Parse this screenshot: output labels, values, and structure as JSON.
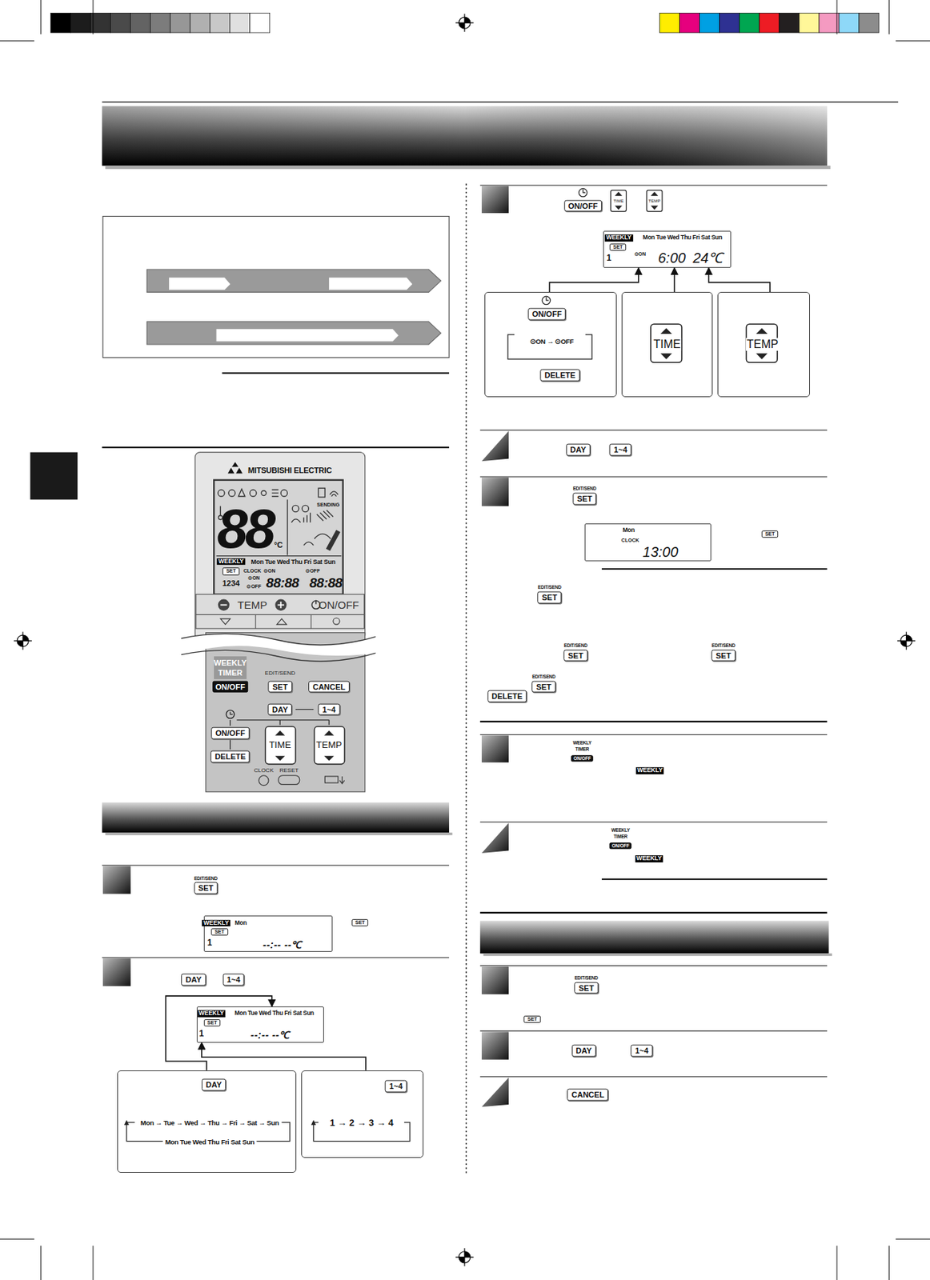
{
  "diagram": {
    "nodes": [
      {
        "text": [
          "WEEKLY",
          "Mon",
          "SET",
          "1",
          "--:-- --℃"
        ]
      },
      {
        "text": [
          "WEEKLY",
          "Mon Tue Wed Thu Fri Sat Sun",
          "SET",
          "1",
          "--:-- --℃"
        ]
      },
      {
        "text": [
          "DAY",
          "Mon → Tue → Wed → Thu → Fri → Sat → Sun",
          "Mon Tue Wed Thu Fri Sat Sun"
        ]
      },
      {
        "text": [
          "1~4",
          "1 → 2 → 3 → 4"
        ]
      },
      {
        "text": [
          "WEEKLY",
          "Mon Tue Wed Thu Fri Sat Sun",
          "SET",
          "1",
          "⊙ON",
          "6:00",
          "24℃"
        ]
      },
      {
        "text": [
          "ON/OFF",
          "⊙ON → ⊙OFF",
          "DELETE"
        ]
      },
      {
        "text": [
          "TIME"
        ]
      },
      {
        "text": [
          "TEMP"
        ]
      },
      {
        "text": [
          "Mon",
          "CLOCK",
          "13:00"
        ]
      }
    ],
    "edges": [
      {
        "from": 2,
        "to": 1,
        "arrow": "to"
      },
      {
        "from": 3,
        "to": 1,
        "arrow": "to"
      },
      {
        "from": 5,
        "to": 4,
        "arrow": "to"
      },
      {
        "from": 6,
        "to": 4,
        "arrow": "to"
      },
      {
        "from": 7,
        "to": 4,
        "arrow": "to"
      }
    ],
    "labels": [
      "MITSUBISHI ELECTRIC",
      "SENDING",
      "88",
      "°C",
      "WEEKLY",
      "Mon Tue Wed Thu Fri Sat Sun",
      "SET",
      "CLOCK",
      "⊙ON",
      "⊙OFF",
      "1234",
      "⊙ON",
      "⊙OFF",
      "88:88",
      "88:88",
      "TEMP",
      "ON/OFF",
      "WEEKLY",
      "TIMER",
      "ON/OFF",
      "EDIT/SEND",
      "SET",
      "CANCEL",
      "DAY",
      "1~4",
      "ON/OFF",
      "DELETE",
      "TIME",
      "TEMP",
      "CLOCK",
      "RESET",
      "EDIT/SEND",
      "SET",
      "SET",
      "DAY",
      "1~4",
      "ON/OFF",
      "TIME",
      "TEMP",
      "DAY",
      "1~4",
      "EDIT/SEND",
      "SET",
      "SET",
      "EDIT/SEND",
      "SET",
      "EDIT/SEND",
      "SET",
      "EDIT/SEND",
      "SET",
      "EDIT/SEND",
      "SET",
      "DELETE",
      "WEEKLY",
      "TIMER",
      "ON/OFF",
      "WEEKLY",
      "WEEKLY",
      "TIMER",
      "ON/OFF",
      "WEEKLY",
      "EDIT/SEND",
      "SET",
      "SET",
      "DAY",
      "1~4",
      "CANCEL"
    ]
  }
}
